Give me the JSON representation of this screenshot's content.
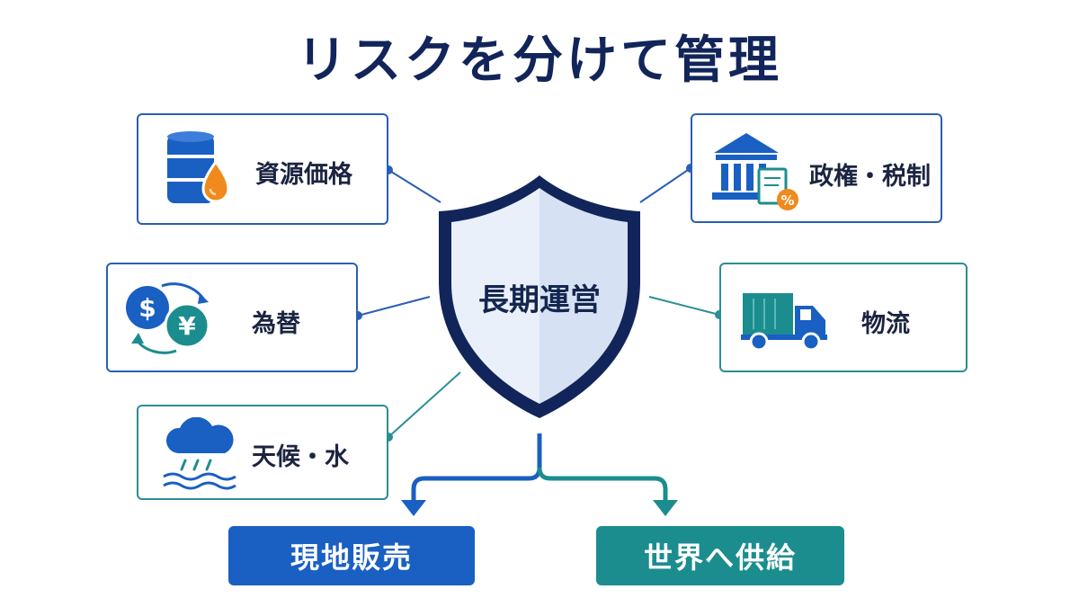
{
  "title": "リスクを分けて管理",
  "center": {
    "label": "長期運営"
  },
  "risks": {
    "resource_price": "資源価格",
    "fx": "為替",
    "weather_water": "天候・水",
    "politics_tax": "政権・税制",
    "logistics": "物流"
  },
  "icon_marks": {
    "dollar": "$",
    "yen": "¥",
    "percent": "%"
  },
  "outcomes": {
    "local_sales": "現地販売",
    "global_supply": "世界へ供給"
  },
  "colors": {
    "navy": "#12255a",
    "blue": "#1a5fc2",
    "teal": "#1c8d8f",
    "orange": "#f08a1c"
  }
}
